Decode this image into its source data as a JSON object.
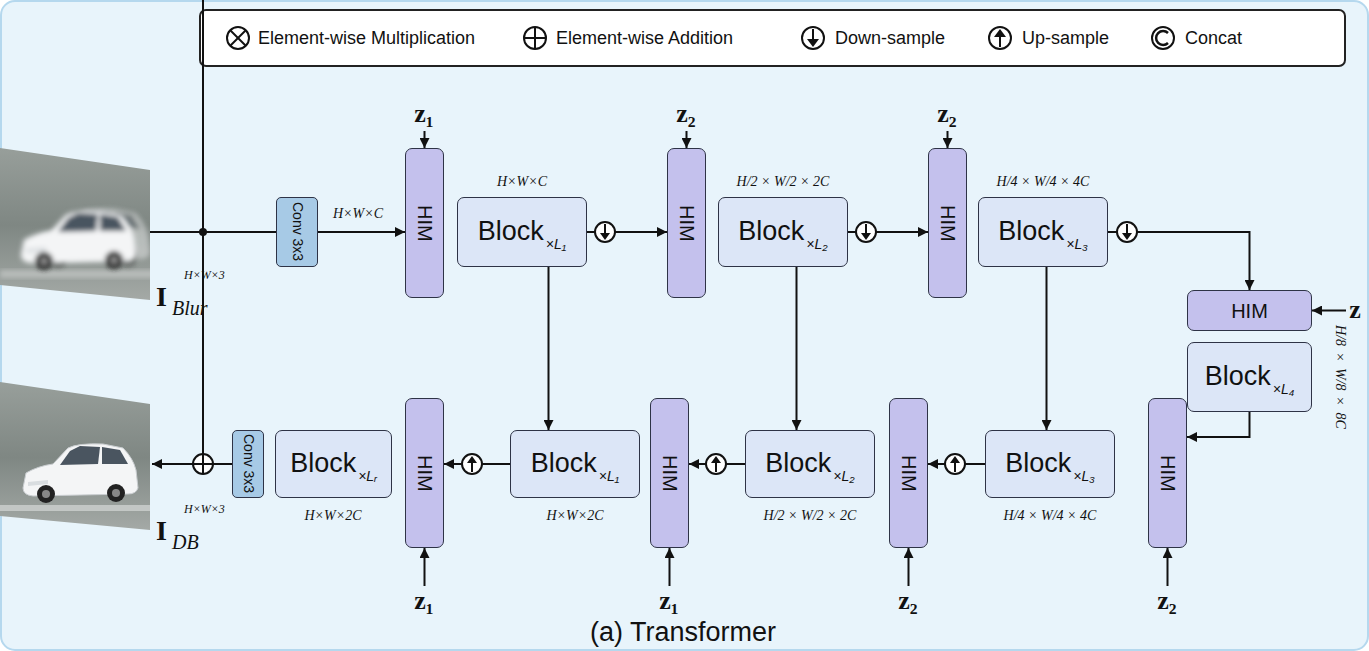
{
  "diagram": {
    "caption": "(a) Transformer",
    "nodes": [
      {
        "text": [
          "Conv 3x3"
        ]
      },
      {
        "text": [
          "HIM"
        ]
      },
      {
        "text": [
          "Block",
          "×L₁"
        ]
      },
      {
        "text": [
          "HIM"
        ]
      },
      {
        "text": [
          "Block",
          "×L₂"
        ]
      },
      {
        "text": [
          "HIM"
        ]
      },
      {
        "text": [
          "Block",
          "×L₃"
        ]
      },
      {
        "text": [
          "HIM"
        ]
      },
      {
        "text": [
          "Block",
          "×L₄"
        ]
      },
      {
        "text": [
          "HIM"
        ]
      },
      {
        "text": [
          "Block",
          "×L₃"
        ]
      },
      {
        "text": [
          "HIM"
        ]
      },
      {
        "text": [
          "Block",
          "×L₂"
        ]
      },
      {
        "text": [
          "HIM"
        ]
      },
      {
        "text": [
          "Block",
          "×L₁"
        ]
      },
      {
        "text": [
          "HIM"
        ]
      },
      {
        "text": [
          "Block",
          "×Lᵣ"
        ]
      },
      {
        "text": [
          "Conv 3x3"
        ]
      }
    ],
    "edges": [
      {
        "from": 0,
        "to": 1,
        "arrow": "to"
      },
      {
        "from": 2,
        "to": 3,
        "arrow": "to"
      },
      {
        "from": 4,
        "to": 5,
        "arrow": "to"
      },
      {
        "from": 6,
        "to": 7,
        "arrow": "to"
      },
      {
        "from": 8,
        "to": 9,
        "arrow": "to"
      },
      {
        "from": 2,
        "to": 14,
        "arrow": "to"
      },
      {
        "from": 4,
        "to": 12,
        "arrow": "to"
      },
      {
        "from": 6,
        "to": 10,
        "arrow": "to"
      },
      {
        "from": 10,
        "to": 11,
        "arrow": "to"
      },
      {
        "from": 12,
        "to": 13,
        "arrow": "to"
      },
      {
        "from": 14,
        "to": 15,
        "arrow": "to"
      }
    ],
    "labels": [
      "z₁",
      "z₂",
      "z₂",
      "z",
      "z₁",
      "z₁",
      "z₂",
      "z₂",
      "H×W×C",
      "H×W×C",
      "H/2 × W/2 × 2C",
      "H/4 × W/4 × 4C",
      "H/8 × W/8 × 8C",
      "H×W×2C",
      "H×W×2C",
      "H/2 × W/2 × 2C",
      "H/4 × W/4 × 4C",
      "I",
      "Blur",
      "H×W×3",
      "I",
      "DB",
      "H×W×3"
    ],
    "legend": [
      {
        "text": "Element-wise Multiplication"
      },
      {
        "text": "Element-wise Addition"
      },
      {
        "text": "Down-sample"
      },
      {
        "text": "Up-sample"
      },
      {
        "text": "Concat"
      }
    ]
  }
}
